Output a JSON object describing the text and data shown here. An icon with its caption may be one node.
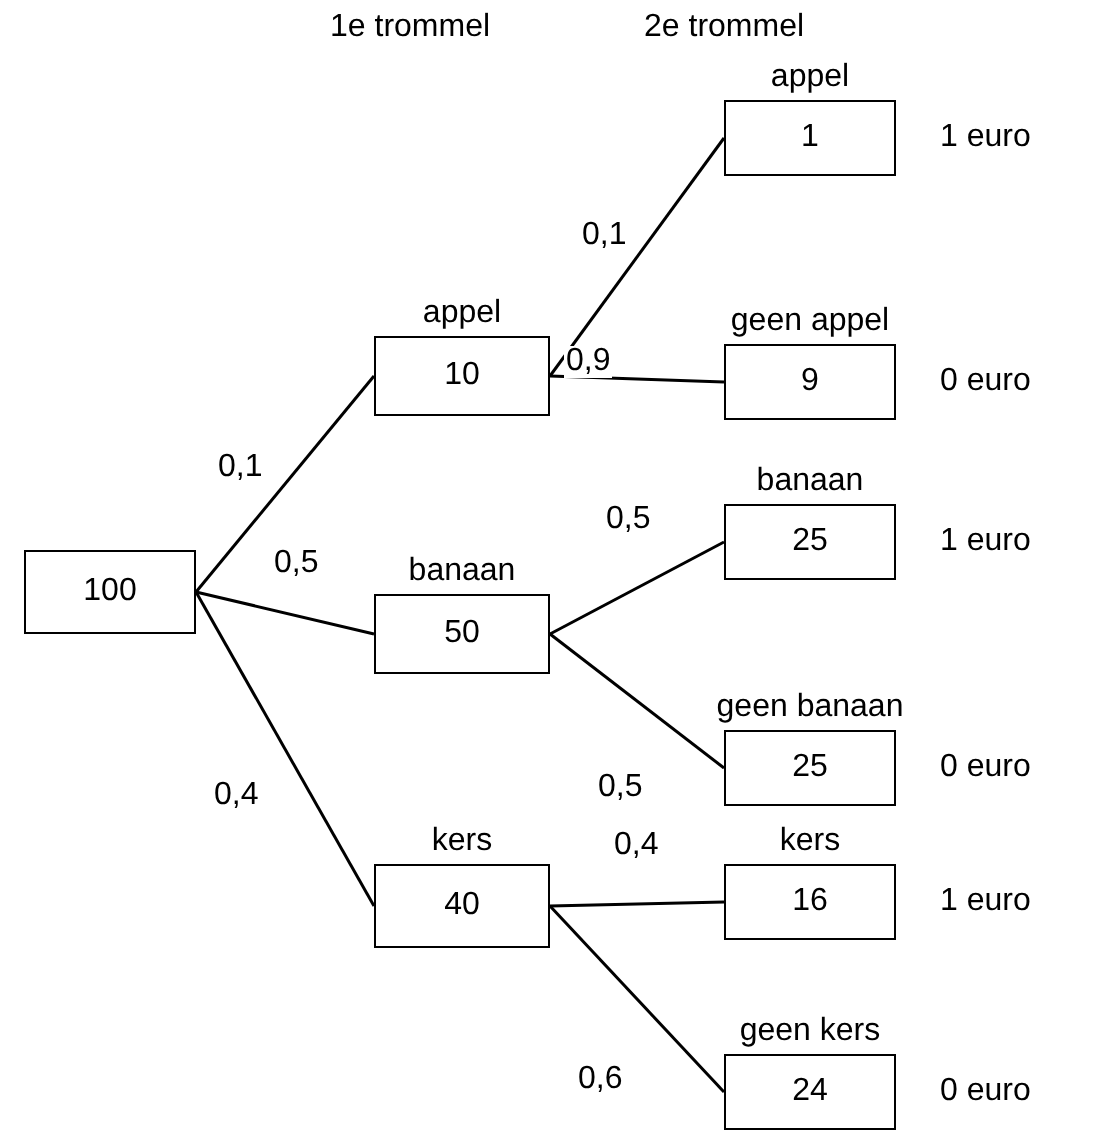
{
  "diagram": {
    "nodes": [
      {
        "text": [
          "100"
        ]
      },
      {
        "text": [
          "appel",
          "10"
        ]
      },
      {
        "text": [
          "banaan",
          "50"
        ]
      },
      {
        "text": [
          "kers",
          "40"
        ]
      },
      {
        "text": [
          "appel",
          "1"
        ],
        "beside": [
          "1 euro"
        ]
      },
      {
        "text": [
          "geen appel",
          "9"
        ],
        "beside": [
          "0 euro"
        ]
      },
      {
        "text": [
          "banaan",
          "25"
        ],
        "beside": [
          "1 euro"
        ]
      },
      {
        "text": [
          "geen banaan",
          "25"
        ],
        "beside": [
          "0 euro"
        ]
      },
      {
        "text": [
          "kers",
          "16"
        ],
        "beside": [
          "1 euro"
        ]
      },
      {
        "text": [
          "geen kers",
          "24"
        ],
        "beside": [
          "0 euro"
        ]
      }
    ],
    "edges": [
      {
        "from": 0,
        "to": 1,
        "arrow": "none",
        "label": "0,1"
      },
      {
        "from": 0,
        "to": 2,
        "arrow": "none",
        "label": "0,5"
      },
      {
        "from": 0,
        "to": 3,
        "arrow": "none",
        "label": "0,4"
      },
      {
        "from": 1,
        "to": 4,
        "arrow": "none",
        "label": "0,1"
      },
      {
        "from": 1,
        "to": 5,
        "arrow": "none",
        "label": "0,9"
      },
      {
        "from": 2,
        "to": 6,
        "arrow": "none",
        "label": "0,5"
      },
      {
        "from": 2,
        "to": 7,
        "arrow": "none",
        "label": "0,5"
      },
      {
        "from": 3,
        "to": 8,
        "arrow": "none",
        "label": "0,4"
      },
      {
        "from": 3,
        "to": 9,
        "arrow": "none",
        "label": "0,6"
      }
    ],
    "labels": [
      "1e trommel",
      "2e trommel"
    ]
  }
}
